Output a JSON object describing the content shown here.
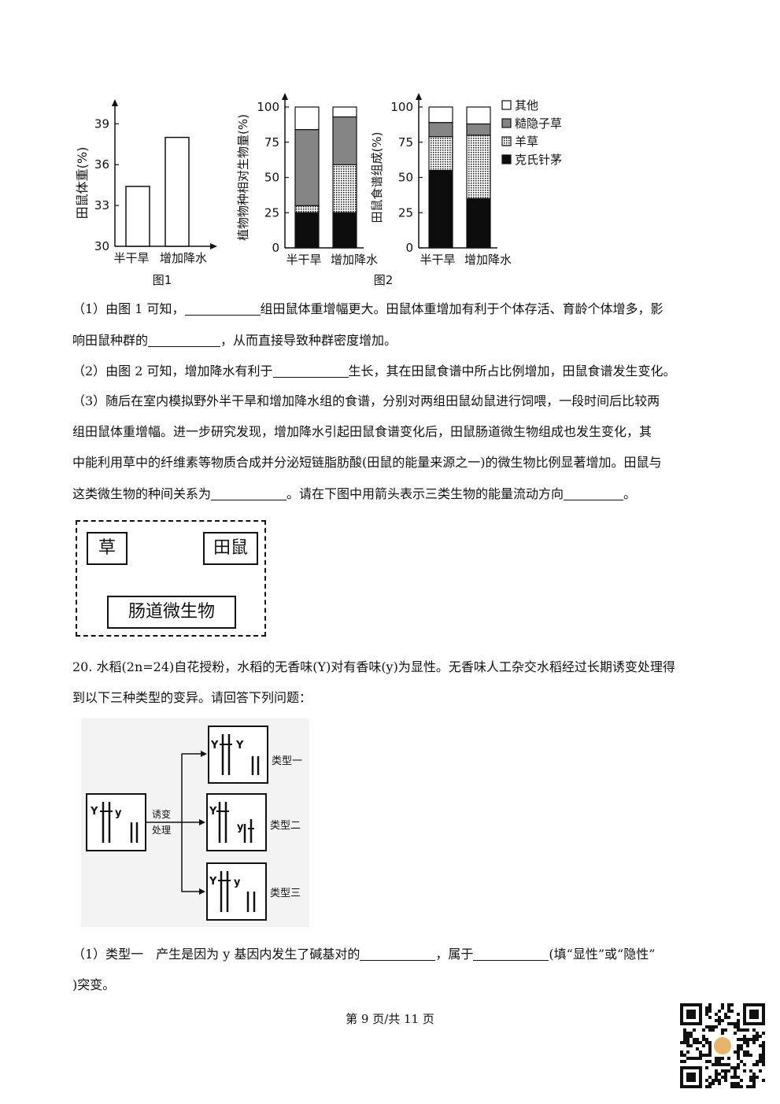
{
  "figure1": {
    "caption": "图1",
    "chart_data": {
      "type": "bar",
      "categories": [
        "半干旱",
        "增加降水"
      ],
      "values": [
        34.4,
        38.0
      ],
      "ylabel": "田鼠体重(%)",
      "yticks": [
        "30",
        "33",
        "36",
        "39"
      ],
      "ylim": [
        30,
        40
      ]
    }
  },
  "figure2": {
    "caption": "图2",
    "legend": [
      "其他",
      "糙隐子草",
      "羊草",
      "克氏针茅"
    ],
    "chart_data": [
      {
        "type": "bar",
        "stacked": true,
        "ylabel": "植物物种相对生物量(%)",
        "categories": [
          "半干旱",
          "增加降水"
        ],
        "yticks": [
          "0",
          "25",
          "50",
          "75",
          "100"
        ],
        "ylim": [
          0,
          100
        ],
        "series": [
          {
            "name": "克氏针茅",
            "values": [
              25,
              25
            ]
          },
          {
            "name": "羊草",
            "values": [
              5,
              34
            ]
          },
          {
            "name": "糙隐子草",
            "values": [
              54,
              34
            ]
          },
          {
            "name": "其他",
            "values": [
              16,
              7
            ]
          }
        ]
      },
      {
        "type": "bar",
        "stacked": true,
        "ylabel": "田鼠食谱组成(%)",
        "categories": [
          "半干旱",
          "增加降水"
        ],
        "yticks": [
          "0",
          "25",
          "50",
          "75",
          "100"
        ],
        "ylim": [
          0,
          100
        ],
        "series": [
          {
            "name": "克氏针茅",
            "values": [
              55,
              35
            ]
          },
          {
            "name": "羊草",
            "values": [
              24,
              45
            ]
          },
          {
            "name": "糙隐子草",
            "values": [
              10,
              8
            ]
          },
          {
            "name": "其他",
            "values": [
              11,
              12
            ]
          }
        ]
      }
    ]
  },
  "q1": {
    "l1a": "（1）由图 1 可知，",
    "l1b": "组田鼠体重增幅更大。田鼠体重增加有利于个体存活、育龄个体增多，影",
    "l2a": "响田鼠种群的",
    "l2b": "，从而直接导致种群密度增加。"
  },
  "q2": {
    "a": "（2）由图 2 可知，增加降水有利于",
    "b": "生长，其在田鼠食谱中所占比例增加，田鼠食谱发生变化。"
  },
  "q3": {
    "l1": "（3）随后在室内模拟野外半干旱和增加降水组的食谱，分别对两组田鼠幼鼠进行饲喂，一段时间后比较两",
    "l2": "组田鼠体重增幅。进一步研究发现，增加降水引起田鼠食谱变化后，田鼠肠道微生物组成也发生变化，其",
    "l3": "中能利用草中的纤维素等物质合成并分泌短链脂肪酸(田鼠的能量来源之一)的微生物比例显著增加。田鼠与",
    "l4a": "这类微生物的种间关系为",
    "l4b": "。请在下图中用箭头表示三类生物的能量流动方向",
    "l4c": "。"
  },
  "flow": {
    "grass": "草",
    "vole": "田鼠",
    "microbe": "肠道微生物"
  },
  "q20": {
    "l1": "20. 水稻(2n=24)自花授粉，水稻的无香味(Y)对有香味(y)为显性。无香味人工杂交水稻经过长期诱变处理得",
    "l2": "到以下三种类型的变异。请回答下列问题："
  },
  "genetics": {
    "treat1": "诱变",
    "treat2": "处理",
    "types": [
      "类型一",
      "类型二",
      "类型三"
    ],
    "Y": "Y",
    "y": "y"
  },
  "q20_1": {
    "a": "（1）类型一　产生是因为 y 基因内发生了碱基对的",
    "b": "，属于",
    "c": "(填“显性”或“隐性”",
    "l2": ")突变。"
  },
  "footer": "第 9 页/共 11 页"
}
